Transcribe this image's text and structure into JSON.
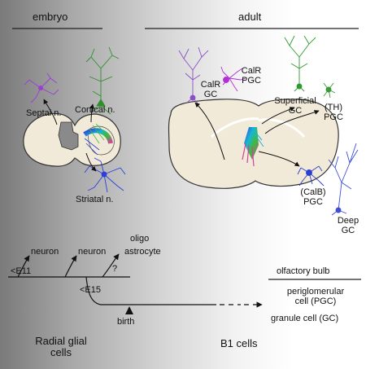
{
  "headers": {
    "embryo": "embryo",
    "adult": "adult"
  },
  "embryo": {
    "septal": "Septal n.",
    "cortical": "Cortical n.",
    "striatal": "Striatal n."
  },
  "adult": {
    "calr_gc": [
      "CalR",
      "GC"
    ],
    "calr_pgc": [
      "CalR",
      "PGC"
    ],
    "superficial_gc": [
      "Superficial",
      "GC"
    ],
    "th_pgc": [
      "(TH)",
      "PGC"
    ],
    "calb_pgc": [
      "(CalB)",
      "PGC"
    ],
    "deep_gc": [
      "Deep",
      "GC"
    ]
  },
  "lineage": {
    "neuron_1": "neuron",
    "neuron_2": "neuron",
    "oligo": "oligo",
    "astrocyte": "astrocyte",
    "question": "?",
    "e11": "<E11",
    "e15": "<E15",
    "birth": "birth"
  },
  "olfactory_bulb": {
    "title": "olfactory bulb",
    "pgc": [
      "periglomerular",
      "cell (PGC)"
    ],
    "gc": "granule cell (GC)"
  },
  "footer": {
    "radial_glial": [
      "Radial glial",
      "cells"
    ],
    "b1": "B1 cells"
  },
  "colors": {
    "calr": "#8a4fc7",
    "calr_pgc": "#b42fd6",
    "superficial": "#2e9a2e",
    "th": "#3a9a3a",
    "calb": "#2b3fd0",
    "deep": "#3d4fd8",
    "septal": "#9a3fd6",
    "cortical": "#2f8f2f",
    "striatal": "#2d3fd6",
    "brain": "#f2ead9"
  },
  "icons": [
    "neuron-drawing",
    "brain-section",
    "lineage-arrow"
  ]
}
